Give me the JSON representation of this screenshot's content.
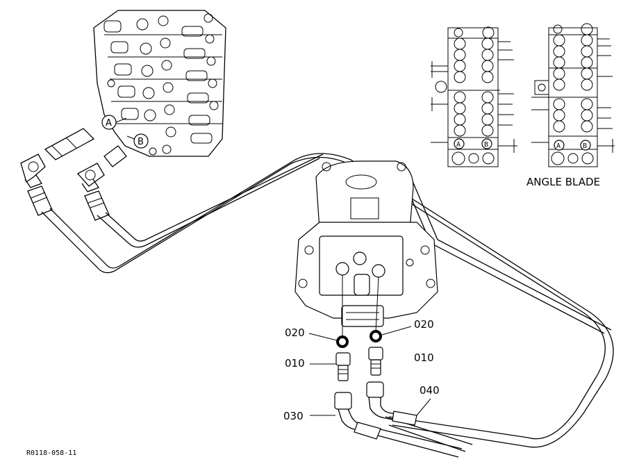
{
  "callouts": {
    "a": "A",
    "b": "B",
    "schematic1_a": "A",
    "schematic1_b": "B",
    "schematic2_a": "A",
    "schematic2_b": "B"
  },
  "parts": {
    "p020_left": "020",
    "p020_right": "020",
    "p010_left": "010",
    "p010_right": "010",
    "p030": "030",
    "p040": "040"
  },
  "schematic_caption": "ANGLE BLADE",
  "drawing_code": "R0118-058-11"
}
